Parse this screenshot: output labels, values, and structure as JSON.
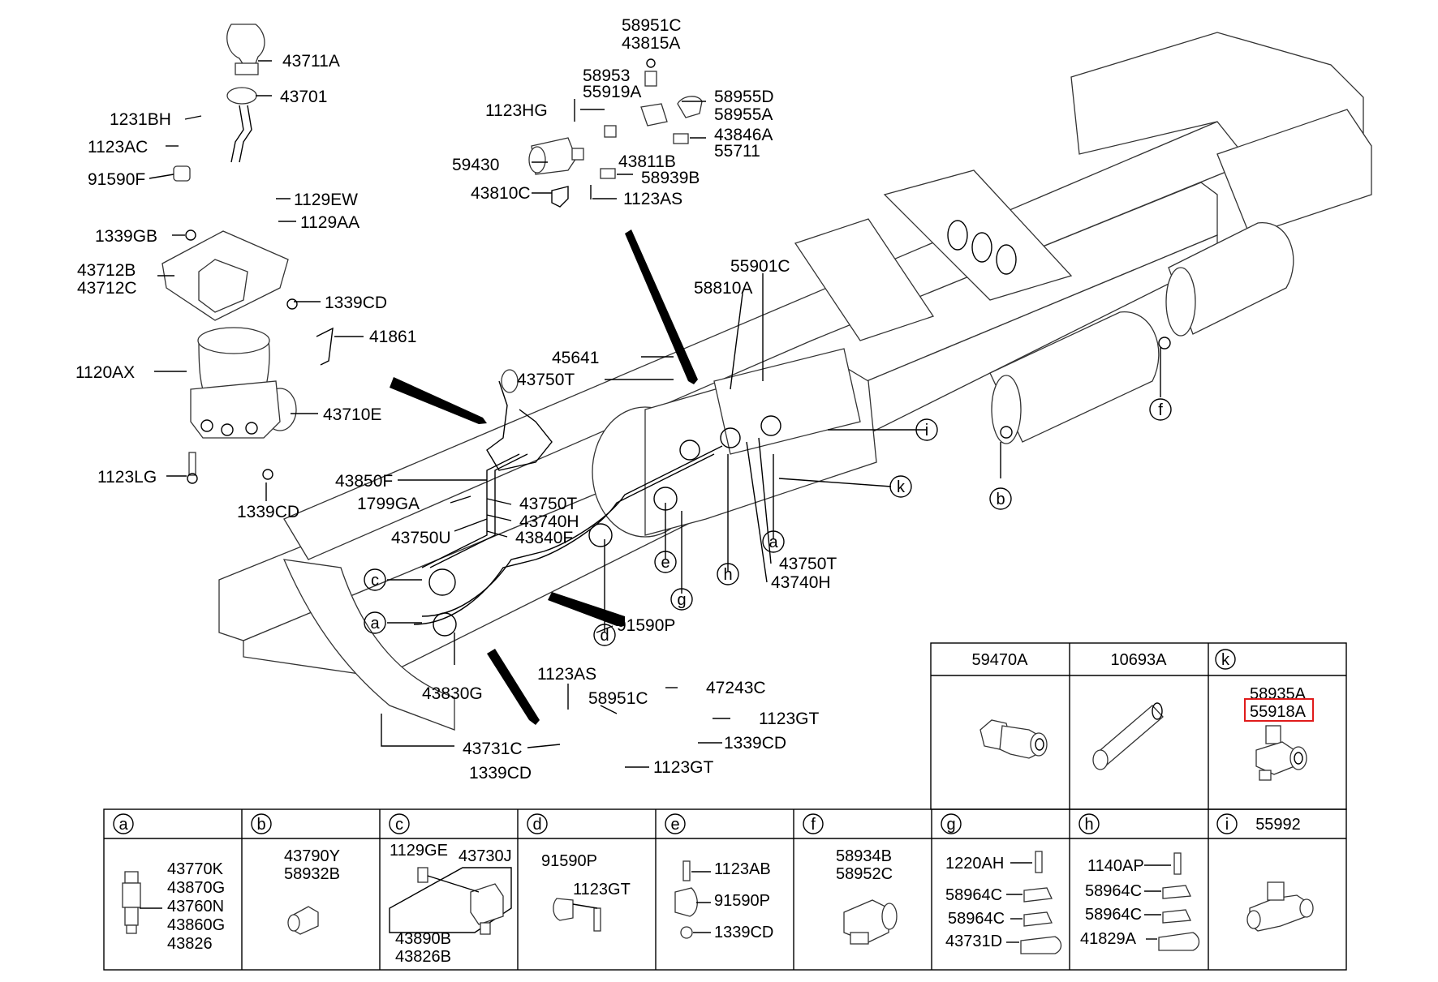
{
  "upper_labels": [
    "43711A",
    "43701",
    "1231BH",
    "1123AC",
    "91590F",
    "1129EW",
    "1129AA",
    "1339GB",
    "43712B",
    "43712C",
    "1339CD",
    "41861",
    "1120AX",
    "43710E",
    "1123LG",
    "1339CD",
    "58951C",
    "43815A",
    "58953",
    "55919A",
    "58955D",
    "58955A",
    "1123HG",
    "43846A",
    "55711",
    "59430",
    "43811B",
    "58939B",
    "43810C",
    "1123AS",
    "55901C",
    "58810A",
    "45641",
    "43750T",
    "43850F",
    "1799GA",
    "43750T",
    "43740H",
    "43750U",
    "43840F",
    "43750T",
    "43740H",
    "91590P",
    "1123AS",
    "47243C",
    "43830G",
    "58951C",
    "1123GT",
    "43731C",
    "1339CD",
    "1339CD",
    "1123GT"
  ],
  "callouts": [
    "a",
    "b",
    "c",
    "d",
    "e",
    "f",
    "g",
    "h",
    "i",
    "k"
  ],
  "top_table": [
    {
      "header": "59470A",
      "parts": []
    },
    {
      "header": "10693A",
      "parts": []
    },
    {
      "header": "k",
      "parts": [
        "58935A",
        "55918A"
      ]
    }
  ],
  "highlighted_part": "55918A",
  "bottom_table": [
    {
      "letter": "a",
      "title": "",
      "parts": [
        "43770K",
        "43870G",
        "43760N",
        "43860G",
        "43826"
      ]
    },
    {
      "letter": "b",
      "title": "",
      "parts": [
        "43790Y",
        "58932B"
      ]
    },
    {
      "letter": "c",
      "title": "",
      "parts": [
        "1129GE",
        "43730J",
        "43890B",
        "43826B"
      ]
    },
    {
      "letter": "d",
      "title": "",
      "parts": [
        "91590P",
        "1123GT"
      ]
    },
    {
      "letter": "e",
      "title": "",
      "parts": [
        "1123AB",
        "91590P",
        "1339CD"
      ]
    },
    {
      "letter": "f",
      "title": "",
      "parts": [
        "58934B",
        "58952C"
      ]
    },
    {
      "letter": "g",
      "title": "",
      "parts": [
        "1220AH",
        "58964C",
        "58964C",
        "43731D"
      ]
    },
    {
      "letter": "h",
      "title": "",
      "parts": [
        "1140AP",
        "58964C",
        "58964C",
        "41829A"
      ]
    },
    {
      "letter": "i",
      "title": "55992",
      "parts": []
    }
  ],
  "colors": {
    "line": "#000000",
    "highlight": "#e01b1b",
    "background": "#ffffff"
  }
}
